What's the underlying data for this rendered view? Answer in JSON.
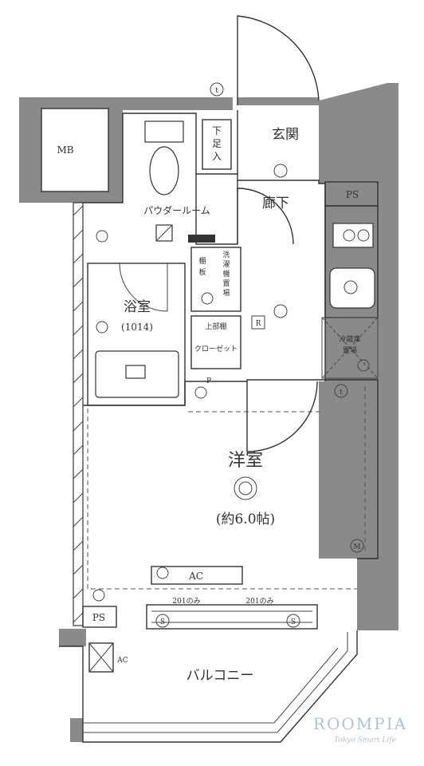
{
  "rooms": {
    "mb": "MB",
    "entrance": "玄関",
    "shoe_box": "下\n足\n入",
    "shoe_box_chars": [
      "下",
      "足",
      "入"
    ],
    "hallway": "廊下",
    "powder_room": "パウダールーム",
    "ps_top": "PS",
    "ps_bottom": "PS",
    "bath": "浴室",
    "bath_size": "(1014)",
    "washer_chars_1": [
      "洗",
      "濯",
      "機"
    ],
    "washer_chars_2": [
      "置",
      "場"
    ],
    "shelf_chars": [
      "棚",
      "板"
    ],
    "upper_shelf": "上部棚",
    "closet": "クローゼット",
    "fridge_1": "冷蔵庫",
    "fridge_2": "置場",
    "western_room": "洋室",
    "western_size": "(約6.0帖)",
    "ac": "AC",
    "ac_balcony": "AC",
    "balcony": "バルコニー",
    "note_201_left": "201のみ",
    "note_201_right": "201のみ",
    "r_mark": "R",
    "t_mark": "t",
    "m_mark": "M",
    "s_mark": "S",
    "p_mark": "P"
  },
  "brand": {
    "name": "ROOMPIA",
    "tagline": "Tokyo Smart Life"
  },
  "colors": {
    "wall": "#8a8a8a",
    "line": "#333333",
    "brand": "#a9c4e0"
  }
}
